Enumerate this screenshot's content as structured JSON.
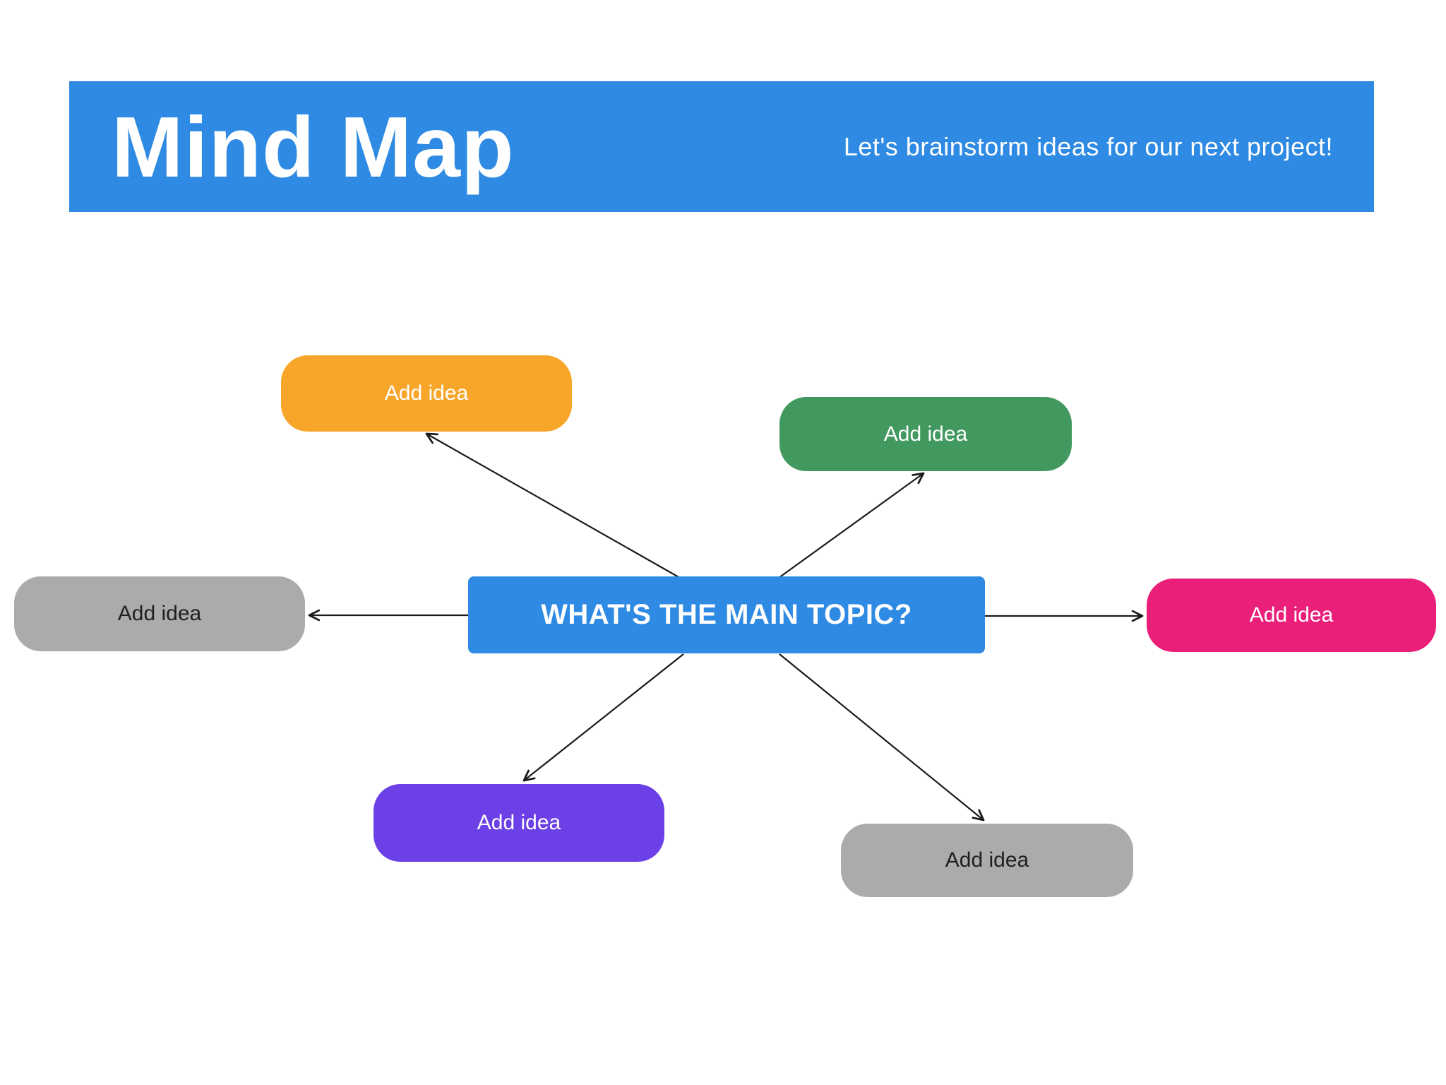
{
  "header": {
    "title": "Mind Map",
    "subtitle": "Let's brainstorm ideas for our next project!",
    "background": "#2e8ae3",
    "text_color": "#ffffff"
  },
  "center_node": {
    "label": "WHAT'S THE MAIN TOPIC?",
    "color": "#2e8ae3",
    "text_color": "#ffffff"
  },
  "nodes": [
    {
      "id": "top-left",
      "label": "Add idea",
      "color": "#f8a62a",
      "text_color": "#ffffff"
    },
    {
      "id": "top-right",
      "label": "Add idea",
      "color": "#42995f",
      "text_color": "#ffffff"
    },
    {
      "id": "left",
      "label": "Add idea",
      "color": "#ababab",
      "text_color": "#202020"
    },
    {
      "id": "right",
      "label": "Add idea",
      "color": "#ea1f79",
      "text_color": "#ffffff"
    },
    {
      "id": "bottom-left",
      "label": "Add idea",
      "color": "#6b40e6",
      "text_color": "#ffffff"
    },
    {
      "id": "bottom-right",
      "label": "Add idea",
      "color": "#ababab",
      "text_color": "#202020"
    }
  ],
  "connector_color": "#1a1a1a",
  "canvas_background": "#ffffff"
}
